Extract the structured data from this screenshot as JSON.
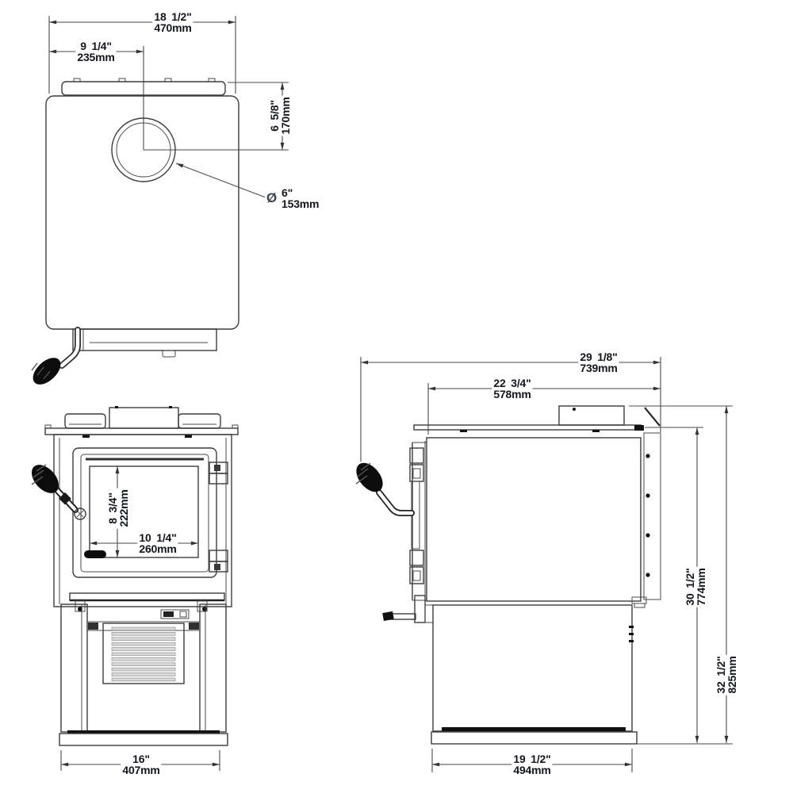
{
  "top_view": {
    "overall_width": {
      "in": "18 1/2\"",
      "mm": "470mm"
    },
    "flue_center_offset": {
      "in": "9 1/4\"",
      "mm": "235mm"
    },
    "flue_center_from_rear": {
      "in": "6 5/8\"",
      "mm": "170mm"
    },
    "flue_diameter": {
      "symbol": "Ø",
      "in": "6\"",
      "mm": "153mm"
    }
  },
  "front_view": {
    "glass_height": {
      "in": "8 3/4\"",
      "mm": "222mm"
    },
    "glass_width": {
      "in": "10 1/4\"",
      "mm": "260mm"
    },
    "base_width": {
      "in": "16\"",
      "mm": "407mm"
    }
  },
  "side_view": {
    "overall_depth": {
      "in": "29 1/8\"",
      "mm": "739mm"
    },
    "top_depth": {
      "in": "22 3/4\"",
      "mm": "578mm"
    },
    "height_to_top_plate": {
      "in": "30 1/2\"",
      "mm": "774mm"
    },
    "overall_height": {
      "in": "32 1/2\"",
      "mm": "825mm"
    },
    "base_depth": {
      "in": "19 1/2\"",
      "mm": "494mm"
    }
  }
}
